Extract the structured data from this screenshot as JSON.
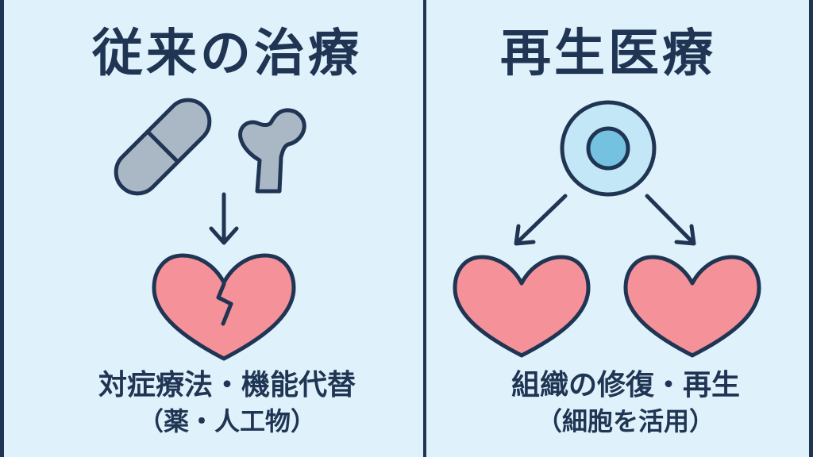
{
  "left_panel": {
    "title": "従来の治療",
    "caption": "対症療法・機能代替",
    "subcaption": "（薬・人工物）",
    "icons": [
      "pill-icon",
      "bone-icon",
      "arrow-down-icon",
      "broken-heart-icon"
    ]
  },
  "right_panel": {
    "title": "再生医療",
    "caption": "組織の修復・再生",
    "subcaption": "（細胞を活用）",
    "icons": [
      "cell-icon",
      "arrow-down-left-icon",
      "arrow-down-right-icon",
      "heart-icon",
      "heart-icon"
    ]
  },
  "colors": {
    "background": "#dff2fb",
    "ink": "#1f3553",
    "heart": "#f59199",
    "pill_bone": "#aab8c6",
    "cell_outer": "#c3e7f6",
    "cell_inner": "#75c2e0"
  }
}
